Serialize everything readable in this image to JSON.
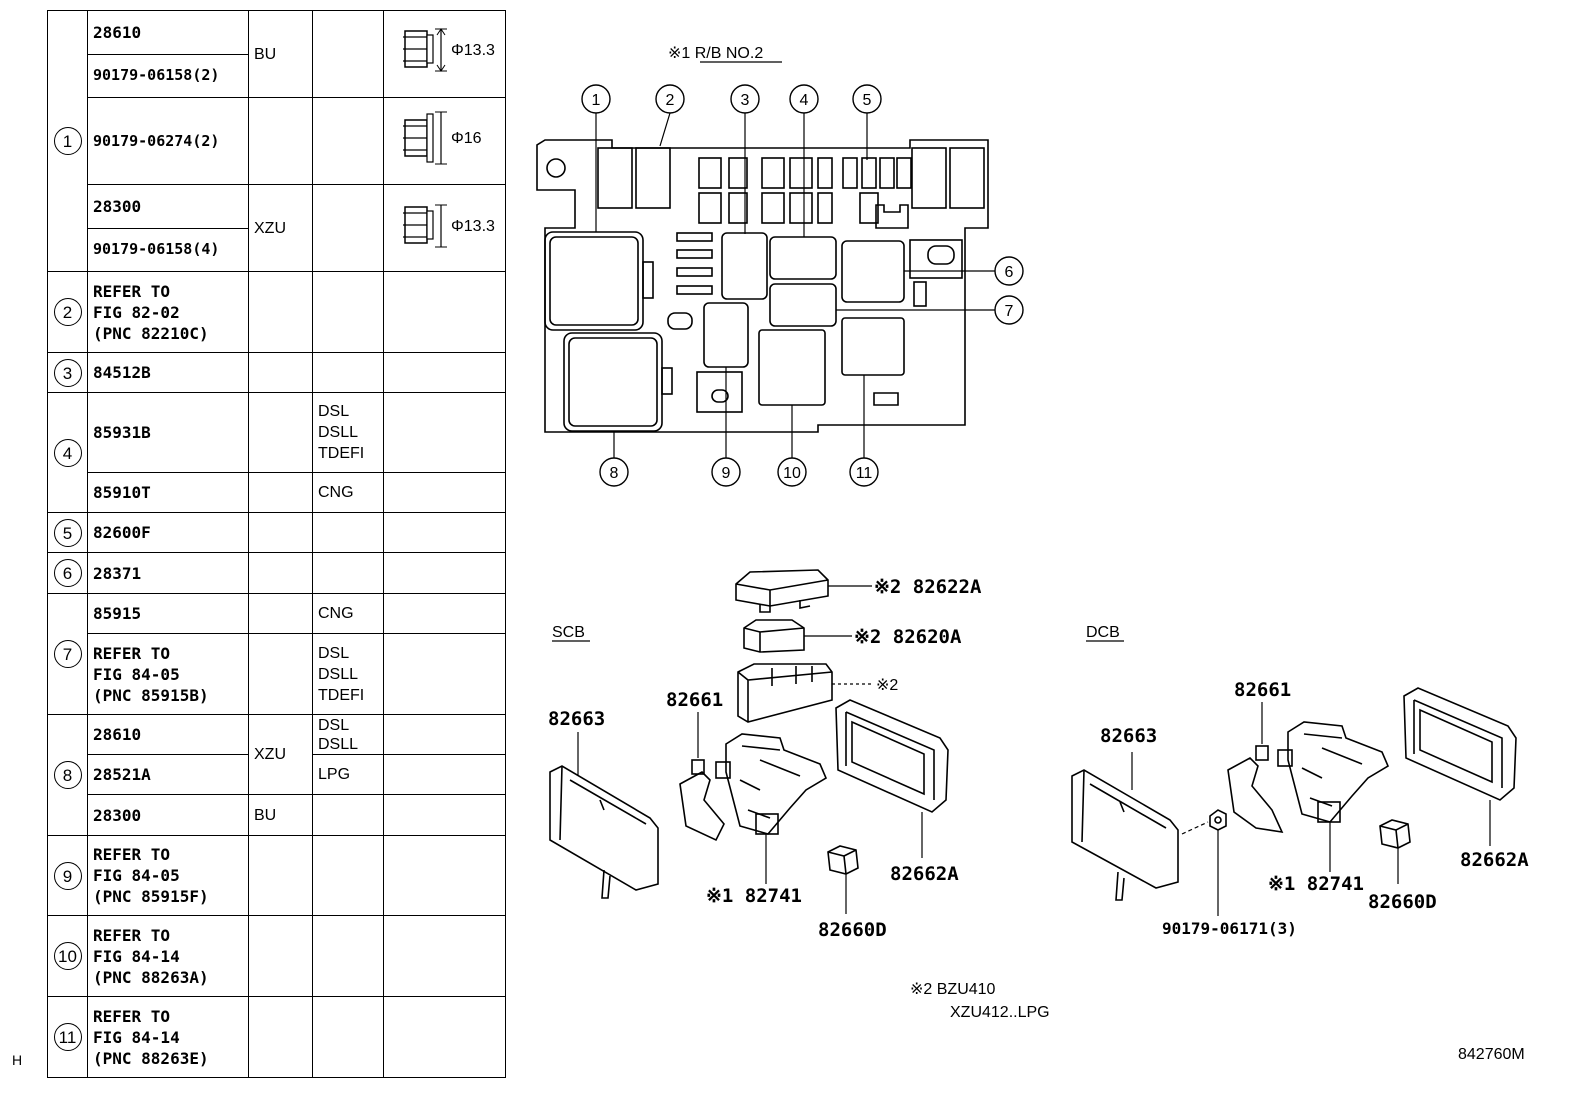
{
  "table": {
    "rows": [
      {
        "ref": "①",
        "cells": [
          {
            "code": "28610",
            "model": "BU",
            "option": "",
            "icon": "nut",
            "dim": "Φ13.3"
          },
          {
            "code": "90179-06158(2)"
          },
          {
            "code": "90179-06274(2)",
            "icon": "nut",
            "dim": "Φ16"
          },
          {
            "code": "28300",
            "model": "XZU",
            "icon": "nut",
            "dim": "Φ13.3"
          },
          {
            "code": "90179-06158(4)"
          }
        ]
      },
      {
        "ref": "②",
        "text": [
          "REFER TO",
          "FIG 82-02",
          "(PNC 82210C)"
        ]
      },
      {
        "ref": "③",
        "code": "84512B"
      },
      {
        "ref": "④",
        "cells": [
          {
            "code": "85931B",
            "option": [
              "DSL",
              "DSLL",
              "TDEFI"
            ]
          },
          {
            "code": "85910T",
            "option": "CNG"
          }
        ]
      },
      {
        "ref": "⑤",
        "code": "82600F"
      },
      {
        "ref": "⑥",
        "code": "28371"
      },
      {
        "ref": "⑦",
        "cells": [
          {
            "code": "85915",
            "option": "CNG"
          },
          {
            "text": [
              "REFER TO",
              "FIG 84-05",
              "(PNC 85915B)"
            ],
            "option": [
              "DSL",
              "DSLL",
              "TDEFI"
            ]
          }
        ]
      },
      {
        "ref": "⑧",
        "cells": [
          {
            "code": "28610",
            "model": "XZU",
            "option": [
              "DSL",
              "DSLL"
            ]
          },
          {
            "code": "28521A",
            "option": "LPG"
          },
          {
            "code": "28300",
            "model": "BU"
          }
        ]
      },
      {
        "ref": "⑨",
        "text": [
          "REFER TO",
          "FIG 84-05",
          "(PNC 85915F)"
        ]
      },
      {
        "ref": "⑩",
        "text": [
          "REFER TO",
          "FIG 84-14",
          "(PNC 88263A)"
        ]
      },
      {
        "ref": "⑪",
        "text": [
          "REFER TO",
          "FIG 84-14",
          "(PNC 88263E)"
        ]
      }
    ]
  },
  "labels": {
    "rb_title": "※1 R/B NO.2",
    "scb": "SCB",
    "dcb": "DCB",
    "callouts": [
      "1",
      "2",
      "3",
      "4",
      "5",
      "6",
      "7",
      "8",
      "9",
      "10",
      "11"
    ],
    "scb_parts": {
      "p82622A": "※2 82622A",
      "p82620A": "※2 82620A",
      "p2": "※2",
      "p82663": "82663",
      "p82661": "82661",
      "p82741": "※1 82741",
      "p82662A": "82662A",
      "p82660D": "82660D"
    },
    "dcb_parts": {
      "p82661": "82661",
      "p82663": "82663",
      "p82662A": "82662A",
      "p82741": "※1 82741",
      "p82660D": "82660D",
      "p9017906171": "90179-06171(3)"
    },
    "note_line1": "※2  BZU410",
    "note_line2": "XZU412..LPG",
    "page_marker": "H",
    "figure_code": "842760M"
  }
}
